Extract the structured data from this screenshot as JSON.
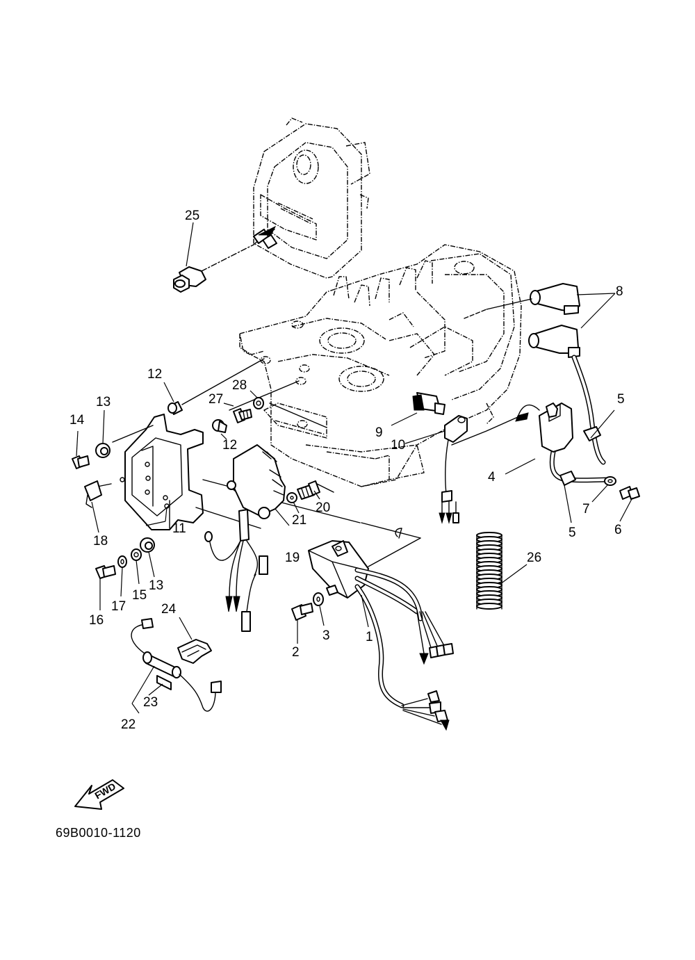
{
  "diagram_code": "69B0010-1120",
  "fwd_label": "FWD",
  "labels": {
    "p1": "1",
    "p2": "2",
    "p3": "3",
    "p4": "4",
    "p5a": "5",
    "p5b": "5",
    "p6": "6",
    "p7": "7",
    "p8": "8",
    "p9": "9",
    "p10": "10",
    "p11": "11",
    "p12a": "12",
    "p12b": "12",
    "p13a": "13",
    "p13b": "13",
    "p14": "14",
    "p15": "15",
    "p16": "16",
    "p17": "17",
    "p18": "18",
    "p19": "19",
    "p20": "20",
    "p21": "21",
    "p22": "22",
    "p23": "23",
    "p24": "24",
    "p25": "25",
    "p26": "26",
    "p27": "27",
    "p28": "28"
  }
}
